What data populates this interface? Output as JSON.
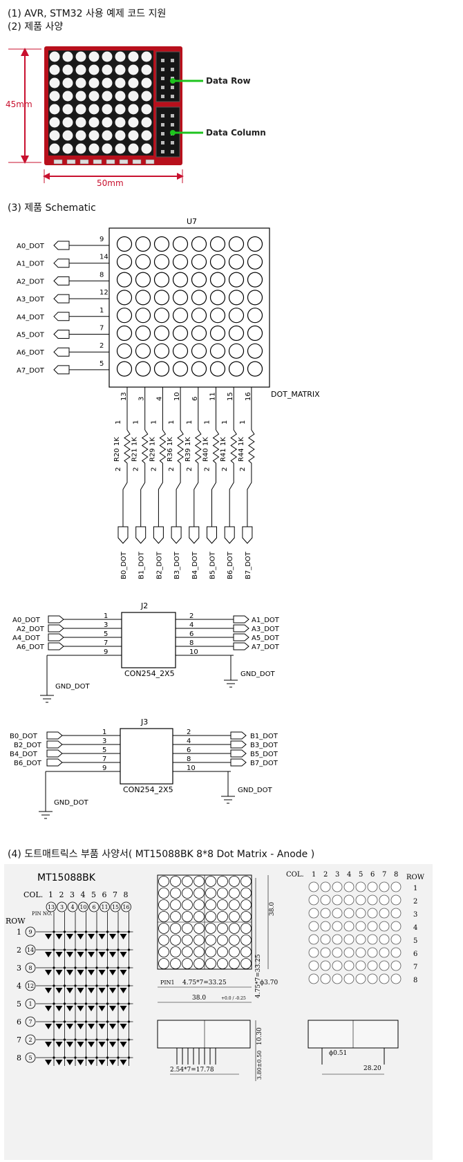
{
  "headings": {
    "h1": "(1) AVR, STM32 사용 예제 코드 지원",
    "h2": "(2) 제품 사양",
    "h3": "(3) 제품 Schematic",
    "h4": "(4) 도트매트릭스 부품 사양서( MT15088BK 8*8 Dot Matrix - Anode )"
  },
  "photo": {
    "height_label": "45mm",
    "width_label": "50mm",
    "row_label": "Data Row",
    "col_label": "Data Column"
  },
  "u7": {
    "ref": "U7",
    "part": "DOT_MATRIX",
    "row_nets": [
      "A0_DOT",
      "A1_DOT",
      "A2_DOT",
      "A3_DOT",
      "A4_DOT",
      "A5_DOT",
      "A6_DOT",
      "A7_DOT"
    ],
    "row_pins": [
      "9",
      "14",
      "8",
      "12",
      "1",
      "7",
      "2",
      "5"
    ],
    "col_pins": [
      "13",
      "3",
      "4",
      "10",
      "6",
      "11",
      "15",
      "16"
    ],
    "resistors": [
      "R20 1K",
      "R21 1K",
      "R29 1K",
      "R36 1K",
      "R39 1K",
      "R40 1K",
      "R41 1K",
      "R44 1K"
    ],
    "res_pin_top": "1",
    "res_pin_bottom": "2",
    "col_nets": [
      "B0_DOT",
      "B1_DOT",
      "B2_DOT",
      "B3_DOT",
      "B4_DOT",
      "B5_DOT",
      "B6_DOT",
      "B7_DOT"
    ]
  },
  "j2": {
    "ref": "J2",
    "part": "CON254_2X5",
    "left_nets": [
      "A0_DOT",
      "A2_DOT",
      "A4_DOT",
      "A6_DOT"
    ],
    "right_nets": [
      "A1_DOT",
      "A3_DOT",
      "A5_DOT",
      "A7_DOT"
    ],
    "left_pins": [
      "1",
      "3",
      "5",
      "7",
      "9"
    ],
    "right_pins": [
      "2",
      "4",
      "6",
      "8",
      "10"
    ],
    "gnd_left": "GND_DOT",
    "gnd_right": "GND_DOT"
  },
  "j3": {
    "ref": "J3",
    "part": "CON254_2X5",
    "left_nets": [
      "B0_DOT",
      "B2_DOT",
      "B4_DOT",
      "B6_DOT"
    ],
    "right_nets": [
      "B1_DOT",
      "B3_DOT",
      "B5_DOT",
      "B7_DOT"
    ],
    "left_pins": [
      "1",
      "3",
      "5",
      "7",
      "9"
    ],
    "right_pins": [
      "2",
      "4",
      "6",
      "8",
      "10"
    ],
    "gnd_left": "GND_DOT",
    "gnd_right": "GND_DOT"
  },
  "datasheet": {
    "title": "MT15088BK",
    "col_label": "COL.",
    "col_numbers": [
      "1",
      "2",
      "3",
      "4",
      "5",
      "6",
      "7",
      "8"
    ],
    "pin_label": "PIN NO.",
    "col_pins": [
      "13",
      "3",
      "4",
      "10",
      "6",
      "11",
      "15",
      "16"
    ],
    "row_label": "ROW",
    "row_numbers": [
      "1",
      "2",
      "3",
      "4",
      "5",
      "6",
      "7",
      "8"
    ],
    "row_pins": [
      "9",
      "14",
      "8",
      "12",
      "1",
      "7",
      "2",
      "5"
    ],
    "dim_pitch_h": "4.75*7=33.25",
    "dim_width": "38.0",
    "dim_tol": "+0.0 / -0.25",
    "dim_diam": "ϕ3.70",
    "pin1_label": "PIN1",
    "dim_height_side": "10.30",
    "dim_pin_len": "3.80±0.50",
    "dim_pin_pitch": "2.54*7=17.78",
    "dim_pin_diam": "ϕ0.51",
    "dim_row_span": "28.20"
  }
}
